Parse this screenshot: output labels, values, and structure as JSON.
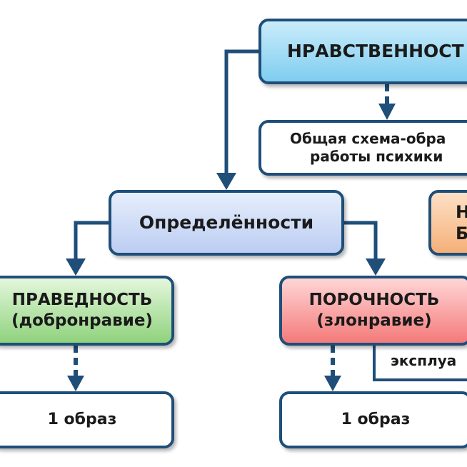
{
  "diagram": {
    "nodes": {
      "nravstvennost": {
        "lines": [
          "НРАВСТВЕННОСТ"
        ]
      },
      "schema": {
        "lines": [
          "Общая схема-обра",
          "работы психики"
        ]
      },
      "opredelennosti": {
        "lines": [
          "Определённости"
        ]
      },
      "orange": {
        "lines": [
          "Н",
          "Б"
        ]
      },
      "pravednost": {
        "lines": [
          "ПРАВЕДНОСТЬ",
          "(добронравие)"
        ]
      },
      "porochnost": {
        "lines": [
          "ПОРОЧНОСТЬ",
          "(злонравие)"
        ]
      },
      "image_left": {
        "lines": [
          "1 образ"
        ]
      },
      "image_right": {
        "lines": [
          "1 образ"
        ]
      }
    },
    "edge_labels": {
      "exploitation": "эксплуа"
    },
    "colors": {
      "border": "#1f4e79",
      "connector": "#1f4e79",
      "nravstvennost_fill": "#7fcdef",
      "opredelennosti_fill": "#bccdf2",
      "pravednost_fill": "#8fd27d",
      "porochnost_fill": "#f47a7a",
      "orange_fill": "#f6b078",
      "plain_fill": "#ffffff"
    }
  }
}
